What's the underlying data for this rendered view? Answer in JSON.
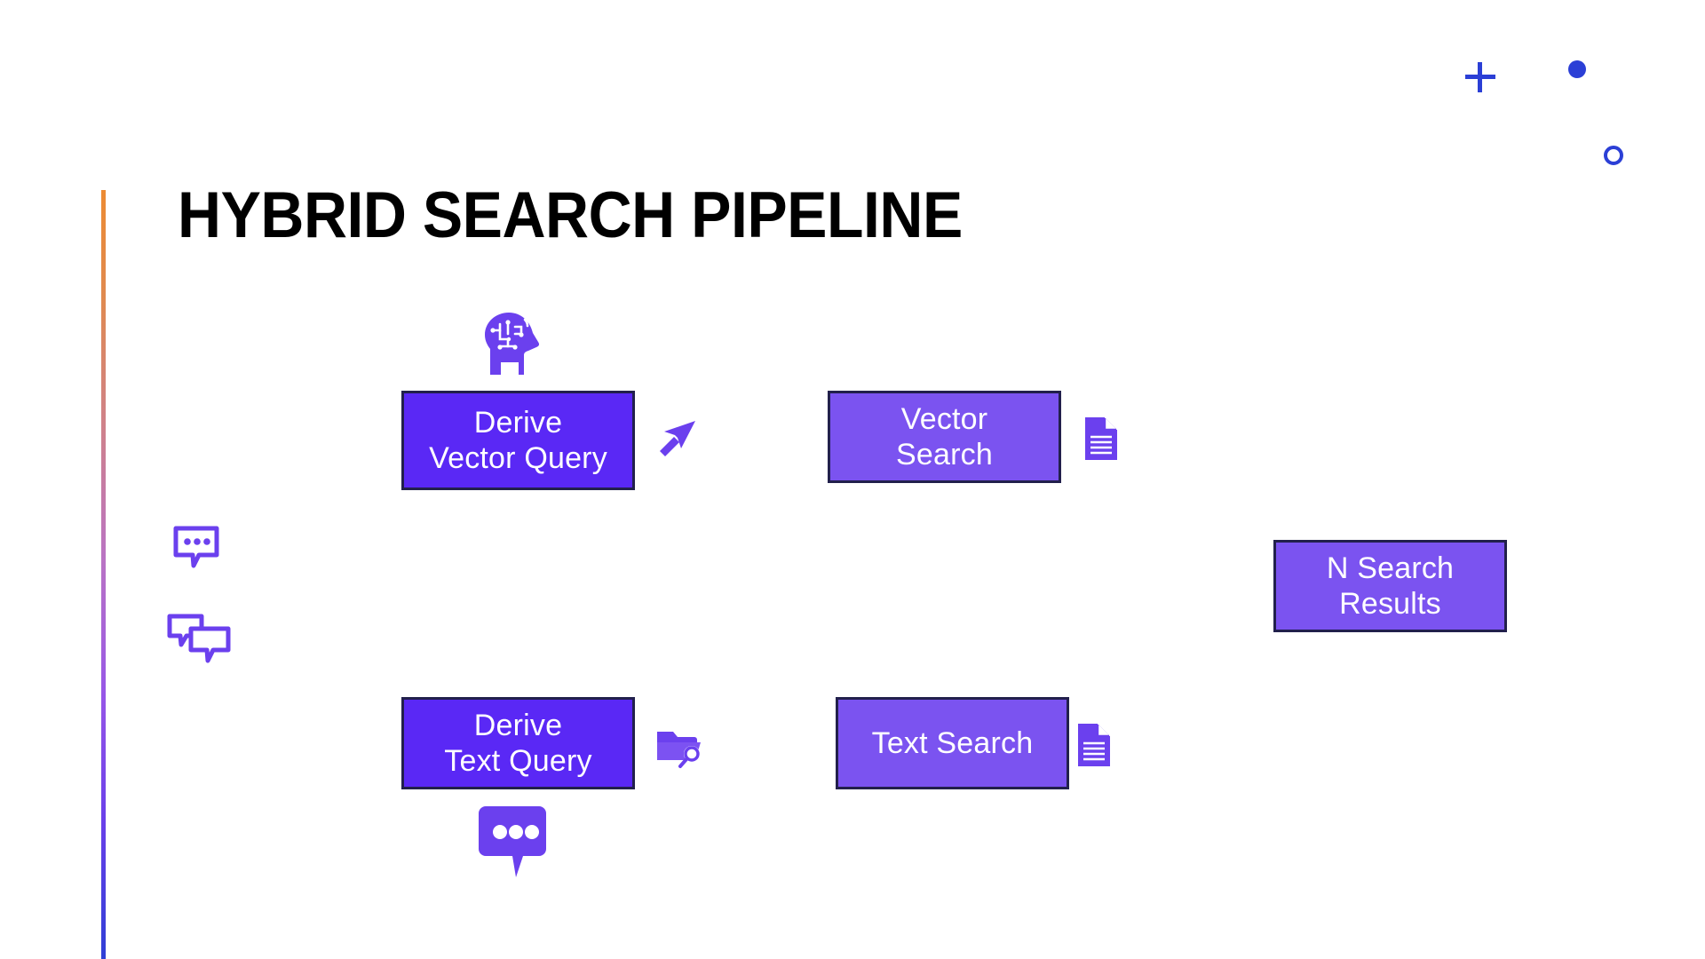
{
  "slide": {
    "title": "HYBRID SEARCH PIPELINE",
    "background": "#FFFFFF"
  },
  "theme": {
    "node_fill_primary": "#5A28F5",
    "node_fill_secondary": "#7B53F0",
    "node_border": "#22204C",
    "node_text": "#FFFFFF",
    "icon_purple": "#6B40EE",
    "accent_blue": "#2B3FD6",
    "accent_bar_gradient_from": "#ED8B33",
    "accent_bar_gradient_mid": "#9656E8",
    "accent_bar_gradient_to": "#2F3FD6",
    "title_color": "#000000"
  },
  "diagram": {
    "type": "flow",
    "nodes": [
      {
        "id": "derive-vector-query",
        "label_line1": "Derive",
        "label_line2": "Vector Query",
        "fill": "#5A28F5",
        "row": "top",
        "column": 1
      },
      {
        "id": "vector-search",
        "label_line1": "Vector",
        "label_line2": "Search",
        "fill": "#7B53F0",
        "row": "top",
        "column": 2
      },
      {
        "id": "n-search-results",
        "label_line1": "N Search",
        "label_line2": "Results",
        "fill": "#7B53F0",
        "row": "middle",
        "column": 3
      },
      {
        "id": "derive-text-query",
        "label_line1": "Derive",
        "label_line2": "Text Query",
        "fill": "#5A28F5",
        "row": "bottom",
        "column": 1
      },
      {
        "id": "text-search",
        "label_line1": "Text Search",
        "label_line2": "",
        "fill": "#7B53F0",
        "row": "bottom",
        "column": 2
      }
    ],
    "icons": [
      {
        "id": "ai-head",
        "name": "ai-brain-head-icon",
        "near": "derive-vector-query"
      },
      {
        "id": "cursor",
        "name": "cursor-arrow-icon",
        "near": "derive-vector-query"
      },
      {
        "id": "doc-vector",
        "name": "document-icon",
        "near": "vector-search"
      },
      {
        "id": "doc-text",
        "name": "document-icon",
        "near": "text-search"
      },
      {
        "id": "folder-search",
        "name": "folder-search-icon",
        "near": "derive-text-query"
      },
      {
        "id": "bubble-dots",
        "name": "chat-bubble-dots-icon",
        "near": "derive-text-query"
      },
      {
        "id": "chat-dots",
        "name": "chat-outline-dots-icon",
        "near": "left-margin"
      },
      {
        "id": "chat-double",
        "name": "chat-outline-double-icon",
        "near": "left-margin"
      }
    ],
    "decorations": [
      {
        "id": "plus",
        "name": "plus-mark",
        "color": "#2B3FD6"
      },
      {
        "id": "dot",
        "name": "filled-dot-mark",
        "color": "#2B3FD6"
      },
      {
        "id": "ring",
        "name": "hollow-ring-mark",
        "color": "#2B3FD6"
      }
    ]
  }
}
